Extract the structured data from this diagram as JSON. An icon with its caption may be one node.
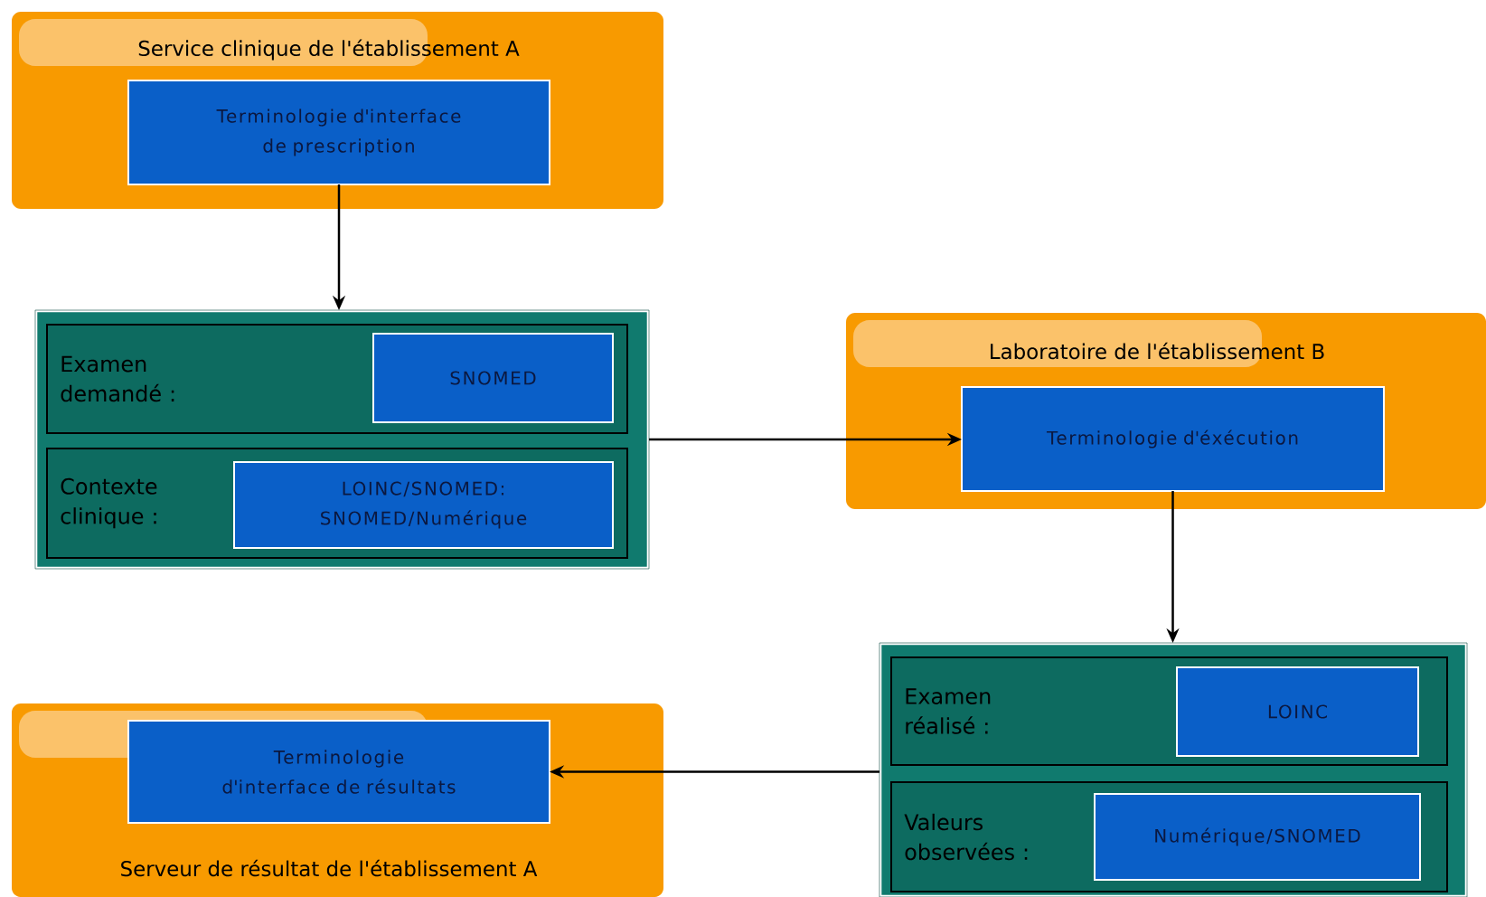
{
  "diagram": {
    "nodes": [
      {
        "text": [
          "Service clinique de l'établissement A"
        ]
      },
      {
        "text": [
          "Terminologie d'interface de prescription"
        ],
        "in": 0
      },
      {
        "text": [],
        "shape": "box"
      },
      {
        "text": [
          "Examen demandé :"
        ],
        "in": 2
      },
      {
        "text": [
          "SNOMED"
        ],
        "in": 3
      },
      {
        "text": [
          "Contexte clinique :"
        ],
        "in": 2
      },
      {
        "text": [
          "LOINC/SNOMED: SNOMED/Numérique"
        ],
        "in": 5
      },
      {
        "text": [
          "Laboratoire de l'établissement B"
        ]
      },
      {
        "text": [
          "Terminologie d'éxécution"
        ],
        "in": 7
      },
      {
        "text": [],
        "shape": "box"
      },
      {
        "text": [
          "Examen réalisé :"
        ],
        "in": 9
      },
      {
        "text": [
          "LOINC"
        ],
        "in": 10
      },
      {
        "text": [
          "Valeurs observées :"
        ],
        "in": 9
      },
      {
        "text": [
          "Numérique/SNOMED"
        ],
        "in": 12
      },
      {
        "text": [
          "Serveur de résultat de l'établissement A"
        ]
      },
      {
        "text": [
          "Terminologie d'interface de résultats"
        ],
        "in": 14
      }
    ],
    "edges": [
      {
        "from": 1,
        "to": 2,
        "arrow": "to"
      },
      {
        "from": 2,
        "to": 8,
        "arrow": "to"
      },
      {
        "from": 8,
        "to": 9,
        "arrow": "to"
      },
      {
        "from": 9,
        "to": 15,
        "arrow": "to"
      }
    ]
  }
}
